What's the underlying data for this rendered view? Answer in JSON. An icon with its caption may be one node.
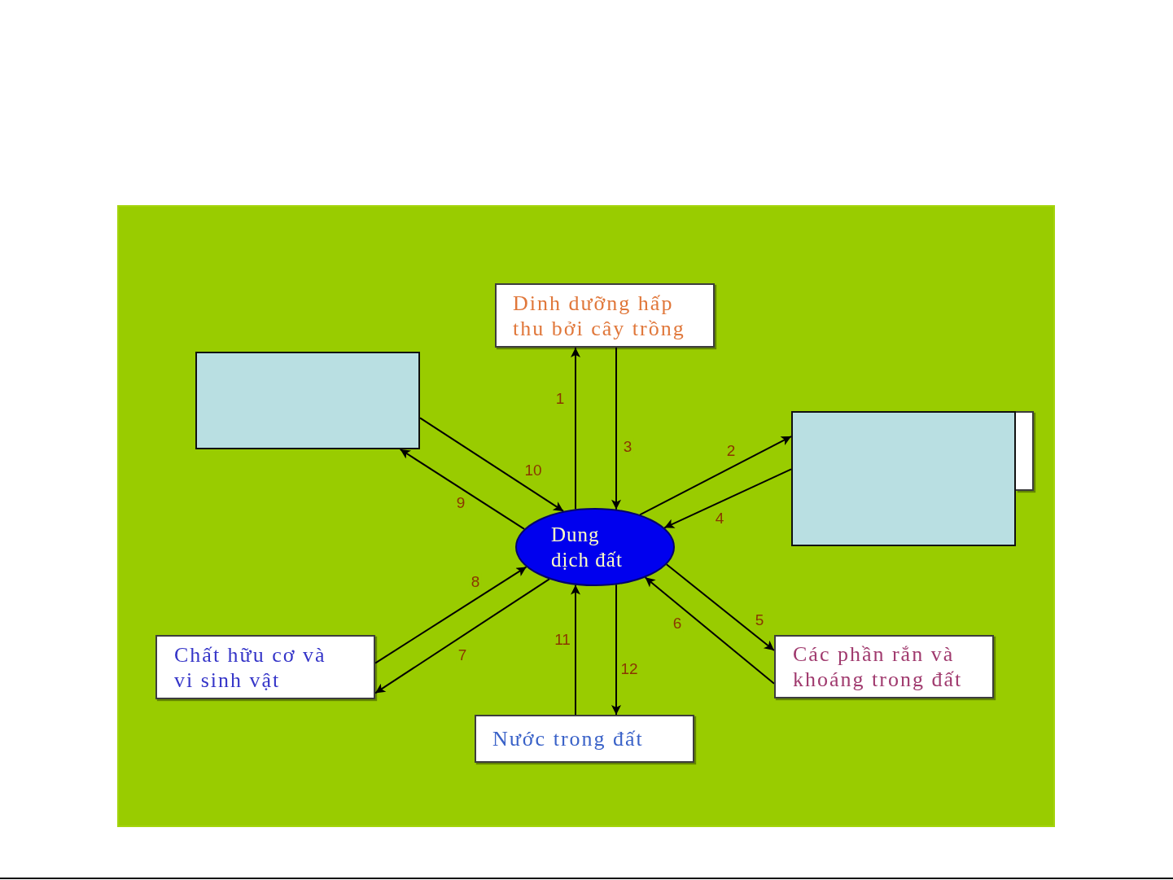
{
  "diagram": {
    "nodes": [
      {
        "text": [
          "Dinh dưỡng hấp thu bởi cây trồng"
        ]
      },
      {
        "text": [],
        "shape": "box"
      },
      {
        "text": [],
        "shape": "box"
      },
      {
        "text": [],
        "shape": "box"
      },
      {
        "text": [
          "Dung dịch đất"
        ]
      },
      {
        "text": [
          "Chất hữu cơ và vi sinh vật"
        ]
      },
      {
        "text": [
          "Các phần rắn và khoáng trong đất"
        ]
      },
      {
        "text": [
          "Nước trong đất"
        ]
      }
    ],
    "edges": [
      {
        "from": 4,
        "to": 0,
        "arrow": "to",
        "label": "1"
      },
      {
        "from": 4,
        "to": 3,
        "arrow": "to",
        "label": "2"
      },
      {
        "from": 0,
        "to": 4,
        "arrow": "to",
        "label": "3"
      },
      {
        "from": 3,
        "to": 4,
        "arrow": "to",
        "label": "4"
      },
      {
        "from": 4,
        "to": 6,
        "arrow": "to",
        "label": "5"
      },
      {
        "from": 6,
        "to": 4,
        "arrow": "to",
        "label": "6"
      },
      {
        "from": 4,
        "to": 5,
        "arrow": "to",
        "label": "7"
      },
      {
        "from": 5,
        "to": 4,
        "arrow": "to",
        "label": "8"
      },
      {
        "from": 4,
        "to": 1,
        "arrow": "to",
        "label": "9"
      },
      {
        "from": 1,
        "to": 4,
        "arrow": "to",
        "label": "10"
      },
      {
        "from": 7,
        "to": 4,
        "arrow": "to",
        "label": "11"
      },
      {
        "from": 4,
        "to": 7,
        "arrow": "to",
        "label": "12"
      }
    ]
  }
}
